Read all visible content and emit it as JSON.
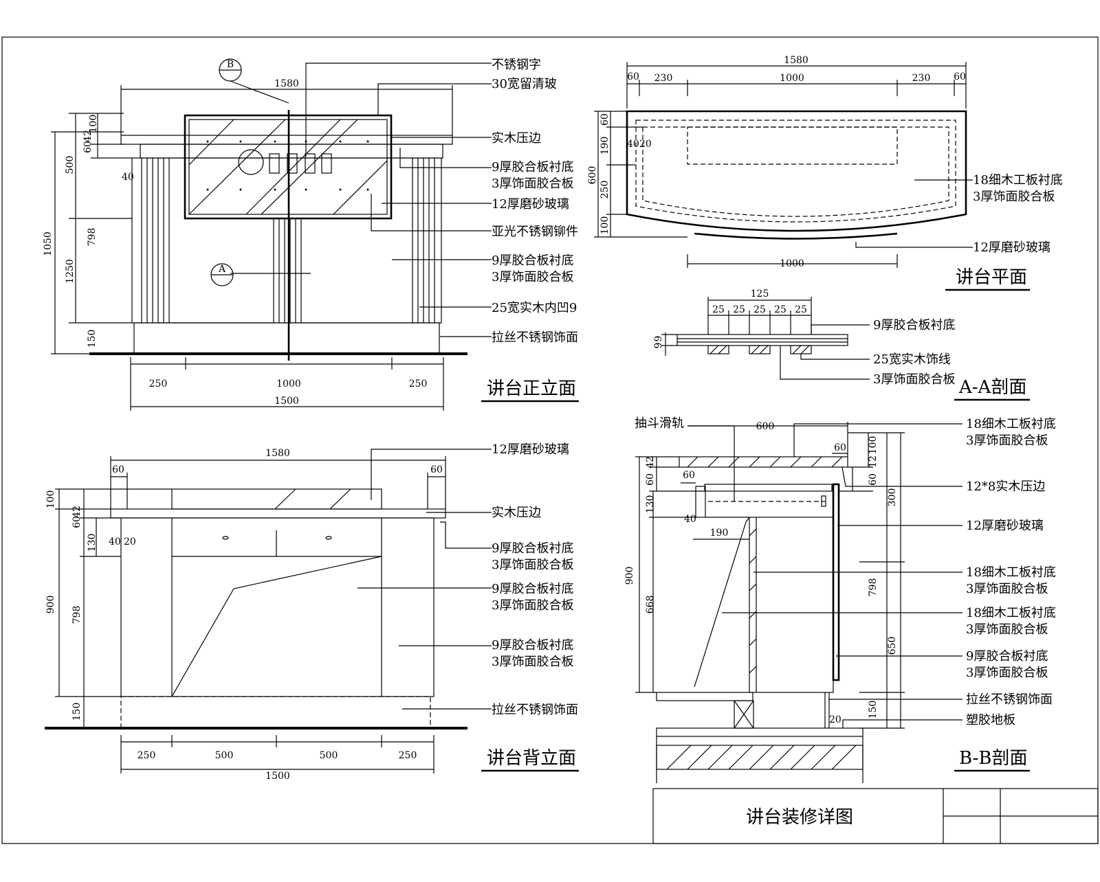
{
  "colors": {
    "ink": "#000000",
    "paper": "#ffffff"
  },
  "title_block": {
    "title": "讲台装修详图"
  },
  "front": {
    "title": "讲台正立面",
    "labels": [
      "不锈钢字",
      "30宽留清玻",
      "实木压边",
      "9厚胶合板衬底",
      "3厚饰面胶合板",
      "12厚磨砂玻璃",
      "亚光不锈钢铆件",
      "9厚胶合板衬底",
      "3厚饰面胶合板",
      "25宽实木内凹9",
      "拉丝不锈钢饰面"
    ],
    "dims_top": [
      "1580"
    ],
    "dims_left": [
      "100",
      "60",
      "42",
      "500",
      "40",
      "798",
      "1250",
      "150",
      "1050"
    ],
    "dims_bottom": [
      "250",
      "1000",
      "250",
      "1500"
    ],
    "markers": [
      "B",
      "A"
    ]
  },
  "back": {
    "title": "讲台背立面",
    "labels": [
      "12厚磨砂玻璃",
      "实木压边",
      "9厚胶合板衬底",
      "3厚饰面胶合板",
      "9厚胶合板衬底",
      "3厚饰面胶合板",
      "9厚胶合板衬底",
      "3厚饰面胶合板",
      "拉丝不锈钢饰面"
    ],
    "dims_top": [
      "1580",
      "60",
      "60"
    ],
    "dims_left": [
      "100",
      "60",
      "42",
      "130",
      "40",
      "20",
      "900",
      "798",
      "150"
    ],
    "dims_bottom": [
      "250",
      "500",
      "500",
      "250",
      "1500"
    ]
  },
  "plan": {
    "title": "讲台平面",
    "labels": [
      "18细木工板衬底",
      "3厚饰面胶合板",
      "12厚磨砂玻璃"
    ],
    "dims_top": [
      "1580",
      "60",
      "230",
      "1000",
      "230",
      "60"
    ],
    "dims_left": [
      "60",
      "190",
      "600",
      "250",
      "100",
      "40",
      "20"
    ],
    "dims_bottom": [
      "1000"
    ]
  },
  "section_aa": {
    "title": "A-A剖面",
    "labels": [
      "9厚胶合板衬底",
      "25宽实木饰线",
      "3厚饰面胶合板"
    ],
    "dims_top": [
      "125",
      "25",
      "25",
      "25",
      "25",
      "25"
    ],
    "dims_left": [
      "9",
      "9"
    ]
  },
  "section_bb": {
    "title": "B-B剖面",
    "labels": [
      "抽斗滑轨",
      "18细木工板衬底",
      "3厚饰面胶合板",
      "12*8实木压边",
      "12厚磨砂玻璃",
      "18细木工板衬底",
      "3厚饰面胶合板",
      "18细木工板衬底",
      "3厚饰面胶合板",
      "9厚胶合板衬底",
      "3厚饰面胶合板",
      "拉丝不锈钢饰面",
      "塑胶地板"
    ],
    "dims_top": [
      "600",
      "60"
    ],
    "dims_left": [
      "42",
      "60",
      "60",
      "130",
      "40",
      "190",
      "900",
      "668"
    ],
    "dims_right": [
      "100",
      "12",
      "60",
      "300",
      "798",
      "650",
      "150",
      "20"
    ]
  }
}
